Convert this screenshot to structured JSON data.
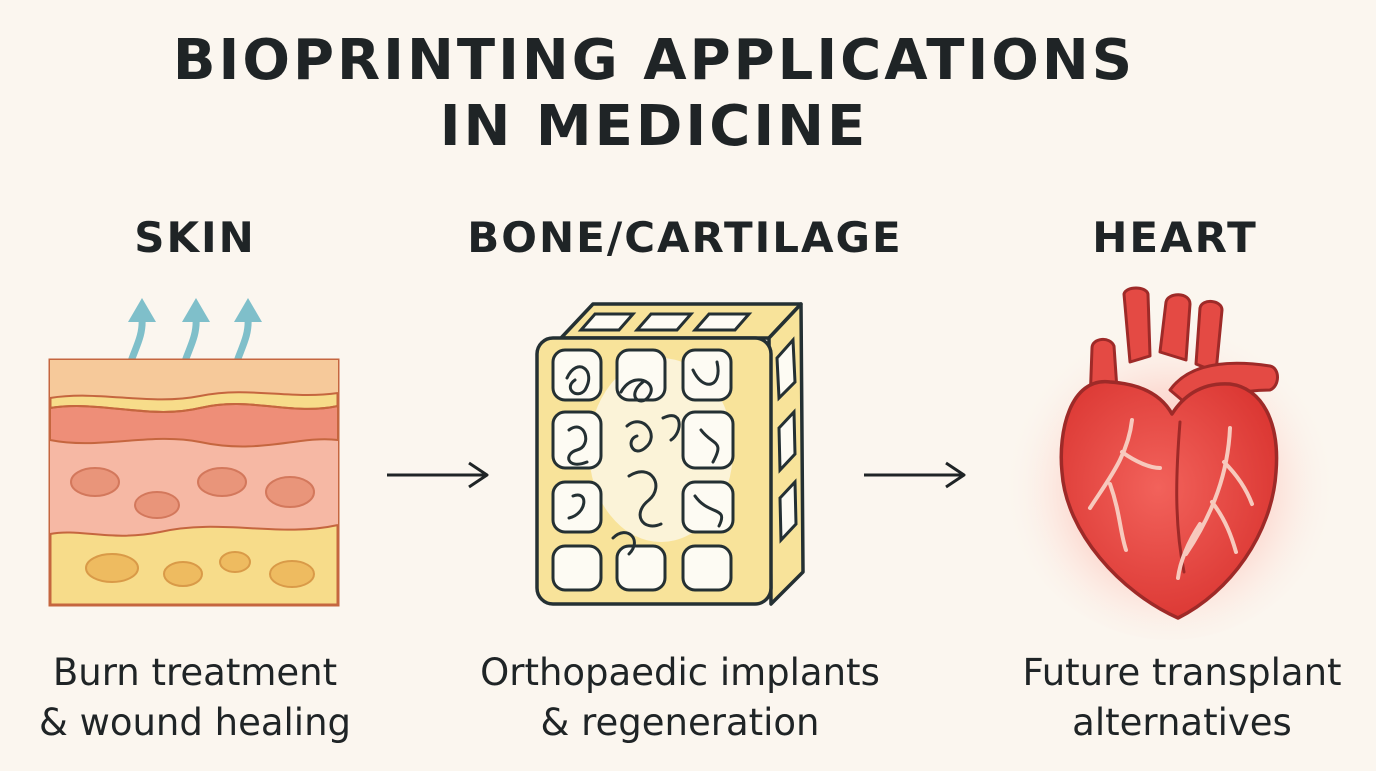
{
  "title": {
    "line1": "BIOPRINTING APPLICATIONS",
    "line2": "IN MEDICINE"
  },
  "panels": [
    {
      "heading": "SKIN",
      "caption_line1": "Burn treatment",
      "caption_line2": "& wound healing",
      "icon": "skin-layers-icon"
    },
    {
      "heading": "BONE/CARTILAGE",
      "caption_line1": "Orthopaedic implants",
      "caption_line2": "& regeneration",
      "icon": "scaffold-lattice-icon"
    },
    {
      "heading": "HEART",
      "caption_line1": "Future transplant",
      "caption_line2": "alternatives",
      "icon": "heart-icon"
    }
  ],
  "colors": {
    "background": "#fbf6ef",
    "text": "#1f2426",
    "skin_epidermis": "#f6c99a",
    "skin_dermis": "#f4a48e",
    "skin_fat": "#f7dc8a",
    "skin_arrows": "#7fbfca",
    "scaffold_fill": "#f8e39a",
    "heart": "#e8433f",
    "heart_glow": "#ff8a80"
  }
}
